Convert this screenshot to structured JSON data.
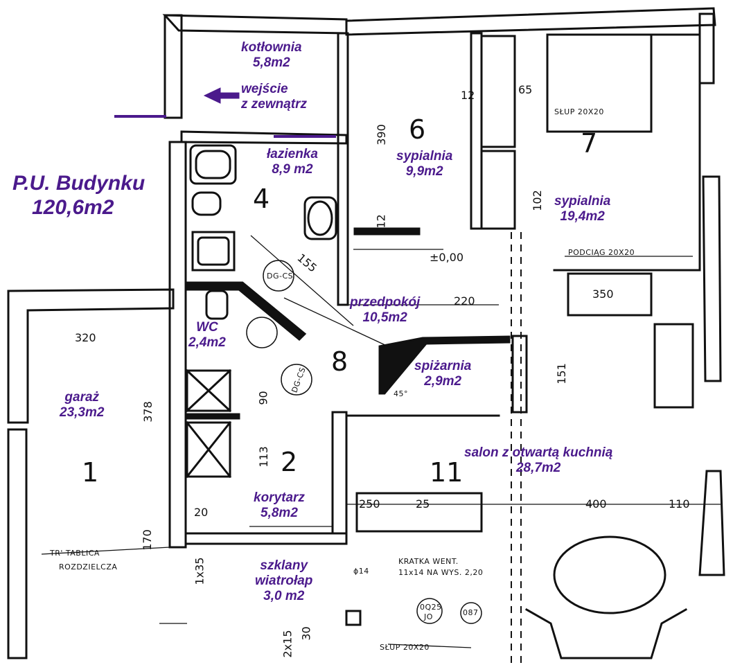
{
  "title": {
    "line1": "P.U. Budynku",
    "line2": "120,6m2"
  },
  "colors": {
    "label": "#4b1a8c",
    "ink": "#111111",
    "arrow": "#4b1a8c"
  },
  "rooms": {
    "kotlownia": {
      "name": "kotłownia",
      "area": "5,8m2",
      "number": ""
    },
    "wejscie": {
      "line1": "wejście",
      "line2": "z zewnątrz"
    },
    "lazienka": {
      "name": "łazienka",
      "area": "8,9 m2",
      "number": "4"
    },
    "sypialnia6": {
      "name": "sypialnia",
      "area": "9,9m2",
      "number": "6"
    },
    "sypialnia7": {
      "name": "sypialnia",
      "area": "19,4m2",
      "number": "7"
    },
    "przedpokoj": {
      "name": "przedpokój",
      "area": "10,5m2",
      "number": "8"
    },
    "wc": {
      "name": "WC",
      "area": "2,4m2"
    },
    "spizarnia": {
      "name": "spiżarnia",
      "area": "2,9m2"
    },
    "garaz": {
      "name": "garaż",
      "area": "23,3m2",
      "number": "1"
    },
    "salon": {
      "name": "salon z otwartą kuchnią",
      "area": "28,7m2",
      "number": "11"
    },
    "korytarz": {
      "name": "korytarz",
      "area": "5,8m2",
      "number": "2"
    },
    "wiatrolap": {
      "line1": "szklany",
      "line2": "wiatrołap",
      "area": "3,0 m2"
    }
  },
  "annotations": {
    "slup_top": "SŁUP 20X20",
    "slup_bottom": "SŁUP 20X20",
    "podciag": "PODCIĄG 20X20",
    "zero": "±0,00",
    "tablica1": "TR' TABLICA",
    "tablica2": "ROZDZIELCZA",
    "kratka1": "KRATKA WENT.",
    "kratka2": "11x14 NA WYS. 2,20",
    "dgcs1": "DG-CS",
    "dgcs2": "DG-CS",
    "angle": "45°",
    "fi14": "ϕ14",
    "oq25": "0Q25",
    "jo": "JO",
    "o87": "087"
  },
  "dimensions": {
    "d320": "320",
    "d378": "378",
    "d390": "390",
    "d12a": "12",
    "d12b": "12",
    "d65": "65",
    "d155": "155",
    "d220": "220",
    "d350": "350",
    "d151": "151",
    "d90": "90",
    "d113": "113",
    "d170": "170",
    "d400": "400",
    "d110": "110",
    "d20": "20",
    "d25": "25",
    "d250": "250",
    "d30": "30",
    "d215": "2x15",
    "d102": "102",
    "d135": "1x35"
  }
}
